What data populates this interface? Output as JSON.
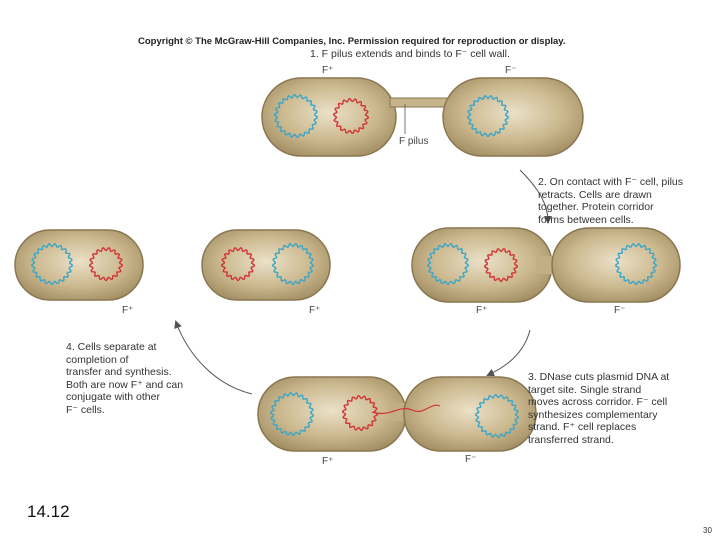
{
  "copyright": "Copyright © The McGraw-Hill Companies, Inc. Permission required for reproduction or display.",
  "steps": {
    "step1": "1. F pilus extends and binds to F⁻ cell wall.",
    "step2": "2. On contact with F⁻ cell, pilus\nretracts. Cells are drawn\ntogether. Protein corridor\nforms between cells.",
    "step3": "3. DNase cuts plasmid DNA at\ntarget site. Single strand\nmoves across corridor. F⁻ cell\nsynthesizes complementary\nstrand. F⁺ cell replaces\ntransferred strand.",
    "step4": "4. Cells separate at\ncompletion of\ntransfer and synthesis.\nBoth are now F⁺ and can\nconjugate with other\nF⁻ cells."
  },
  "labels": {
    "top_fplus": "F⁺",
    "top_fminus": "F⁻",
    "f_pilus": "F pilus",
    "s2_fplus": "F⁺",
    "s2_fminus": "F⁻",
    "s3_fplus": "F⁺",
    "s3_fminus": "F⁻",
    "s4_left": "F⁺",
    "s4_right": "F⁺"
  },
  "figure_number": "14.12",
  "page_number": "30",
  "colors": {
    "cell_fill": "#b8a47a",
    "cell_edge": "#8a7650",
    "chromosome": "#3aa6c8",
    "plasmid": "#d0343a"
  }
}
